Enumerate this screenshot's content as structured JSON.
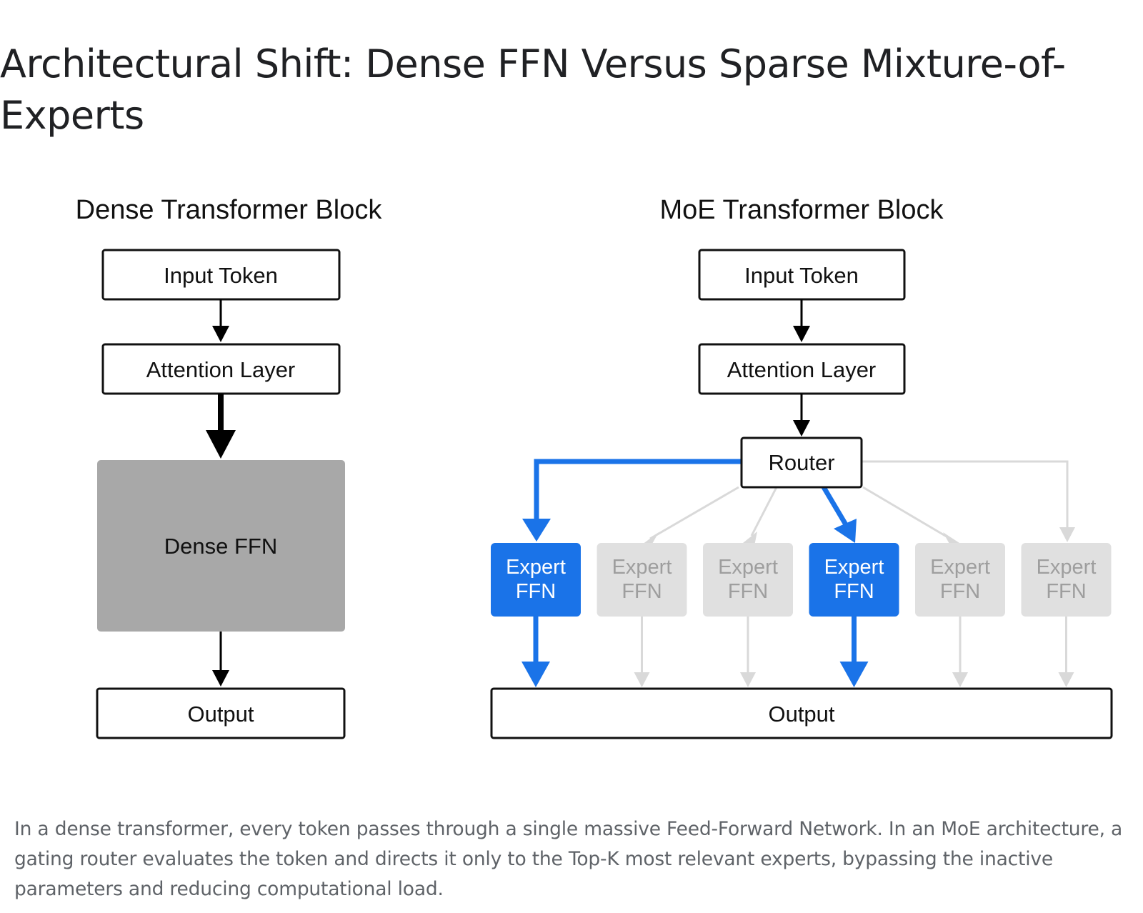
{
  "title": "Architectural Shift: Dense FFN Versus Sparse Mixture-of-Experts",
  "diagram": {
    "dense": {
      "heading": "Dense Transformer Block",
      "input": "Input Token",
      "attention": "Attention Layer",
      "ffn": "Dense FFN",
      "output": "Output"
    },
    "moe": {
      "heading": "MoE Transformer Block",
      "input": "Input Token",
      "attention": "Attention Layer",
      "router": "Router",
      "experts": [
        {
          "line1": "Expert",
          "line2": "FFN",
          "active": true
        },
        {
          "line1": "Expert",
          "line2": "FFN",
          "active": false
        },
        {
          "line1": "Expert",
          "line2": "FFN",
          "active": false
        },
        {
          "line1": "Expert",
          "line2": "FFN",
          "active": true
        },
        {
          "line1": "Expert",
          "line2": "FFN",
          "active": false
        },
        {
          "line1": "Expert",
          "line2": "FFN",
          "active": false
        }
      ],
      "output": "Output"
    },
    "colors": {
      "active": "#1a73e8",
      "inactive_fill": "#e0e0e0",
      "inactive_text": "#9e9e9e",
      "inactive_line": "#d9d9d9",
      "dense_ffn_fill": "#a8a8a8"
    }
  },
  "caption": "In a dense transformer, every token passes through a single massive Feed-Forward Network. In an MoE architecture, a gating router evaluates the token and directs it only to the Top-K most relevant experts, bypassing the inactive parameters and reducing computational load."
}
